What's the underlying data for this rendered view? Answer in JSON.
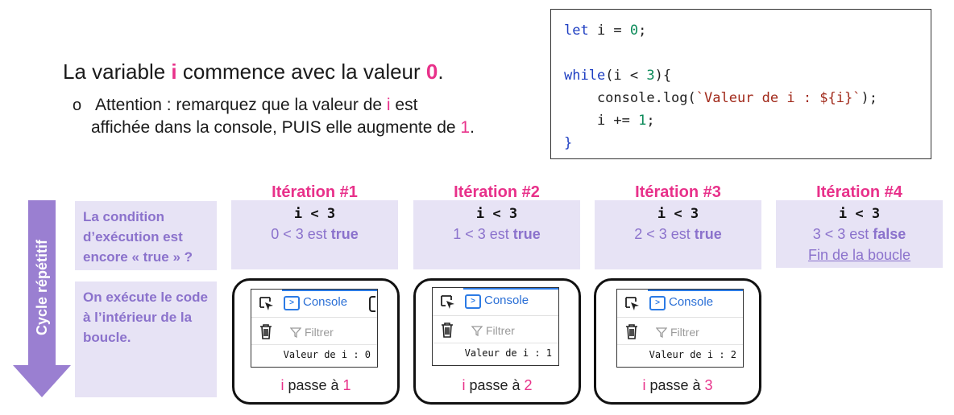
{
  "intro": {
    "heading_pre": "La variable ",
    "heading_var": "i",
    "heading_mid": " commence avec la valeur ",
    "heading_val": "0",
    "heading_end": ".",
    "bullet": "o",
    "note_pre": "Attention : remarquez que la valeur de ",
    "note_var": "i",
    "note_mid": " est",
    "note_line2_pre": "affichée dans la console, PUIS elle augmente de ",
    "note_val": "1",
    "note_end": "."
  },
  "code": {
    "l1_kw": "let",
    "l1_var": " i = ",
    "l1_num": "0",
    "l1_end": ";",
    "l3_kw": "while",
    "l3_a": "(i < ",
    "l3_num": "3",
    "l3_b": "){",
    "l4_a": "    console.log(",
    "l4_str": "`Valeur de i : ${i}`",
    "l4_b": ");",
    "l5_a": "    i += ",
    "l5_num": "1",
    "l5_b": ";",
    "l6": "}"
  },
  "cycle_label": "Cycle répétitif",
  "labels": {
    "condition": "La condition d’exécution est encore « true » ?",
    "execute": "On exécute le code à l’intérieur de la boucle."
  },
  "colors": {
    "accent_pink": "#e8318a",
    "lavender": "#e7e3f5",
    "purple_text": "#8b72cc",
    "arrow": "#9a7fd1"
  },
  "iterations": [
    {
      "title": "Itération #1",
      "expr": "i < 3",
      "result_pre": "0 < 3 est ",
      "result_bool": "true",
      "console": {
        "tab": "Console",
        "filter": "Filtrer",
        "log": "Valeur de i : 0"
      },
      "passe_var": "i",
      "passe_text": " passe à ",
      "passe_val": "1"
    },
    {
      "title": "Itération #2",
      "expr": "i < 3",
      "result_pre": "1 < 3 est ",
      "result_bool": "true",
      "console": {
        "tab": "Console",
        "filter": "Filtrer",
        "log": "Valeur de i : 1"
      },
      "passe_var": "i",
      "passe_text": " passe à ",
      "passe_val": "2"
    },
    {
      "title": "Itération #3",
      "expr": "i < 3",
      "result_pre": "2 < 3 est ",
      "result_bool": "true",
      "console": {
        "tab": "Console",
        "filter": "Filtrer",
        "log": "Valeur de i : 2"
      },
      "passe_var": "i",
      "passe_text": " passe à ",
      "passe_val": "3"
    },
    {
      "title": "Itération #4",
      "expr": "i < 3",
      "result_pre": "3 < 3 est ",
      "result_bool": "false",
      "end_text": "Fin de la boucle"
    }
  ]
}
